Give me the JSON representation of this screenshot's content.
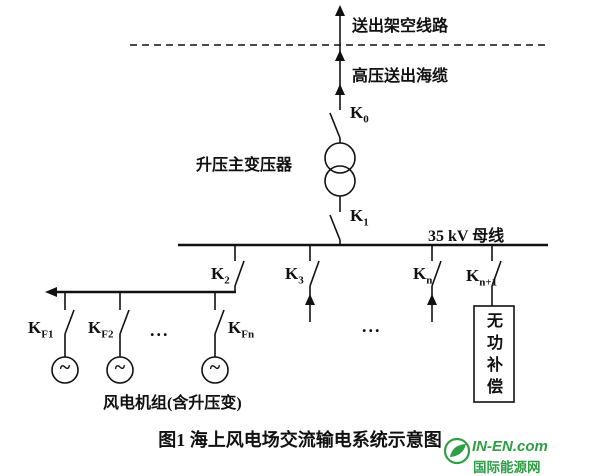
{
  "title": "图1 海上风电场交流输电系统示意图",
  "labels": {
    "overhead_line": "送出架空线路",
    "submarine_cable": "高压送出海缆",
    "transformer": "升压主变压器",
    "bus": "35 kV 母线",
    "wind_units": "风电机组(含升压变)",
    "reactive_compensation": "无功补偿",
    "ellipsis_feeders": "...",
    "ellipsis_bus": "..."
  },
  "switches": {
    "k0": {
      "base": "K",
      "sub": "0"
    },
    "k1": {
      "base": "K",
      "sub": "1"
    },
    "k2": {
      "base": "K",
      "sub": "2"
    },
    "k3": {
      "base": "K",
      "sub": "3"
    },
    "kn": {
      "base": "K",
      "sub": "n"
    },
    "kn_plus_1": {
      "base": "K",
      "sub": "n+1"
    },
    "kf1": {
      "base": "K",
      "sub": "F1"
    },
    "kf2": {
      "base": "K",
      "sub": "F2"
    },
    "kfn": {
      "base": "K",
      "sub": "Fn"
    }
  },
  "icons": {
    "ac_source": "~"
  },
  "colors": {
    "line": "#111111",
    "watermark_green": "#2f9e44"
  },
  "watermark": {
    "site": "IN-EN.com",
    "name": "国际能源网"
  }
}
